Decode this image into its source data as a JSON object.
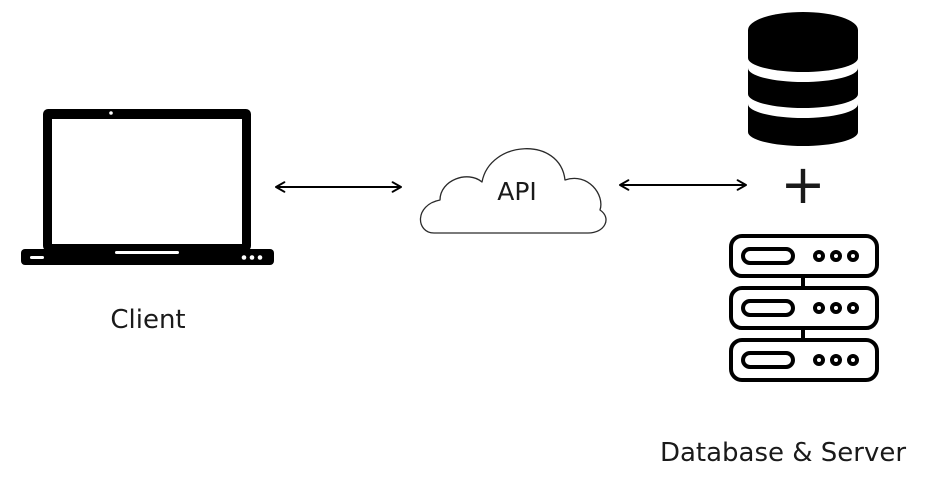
{
  "diagram": {
    "api_label": "API",
    "client_label": "Client",
    "backend_label": "Database & Server",
    "plus_symbol": "+"
  },
  "icons": {
    "client": "laptop-icon",
    "api": "cloud-icon",
    "database": "database-icon",
    "server": "server-rack-icon"
  },
  "colors": {
    "ink": "#000000",
    "text": "#1a1a1a",
    "background": "#ffffff"
  }
}
